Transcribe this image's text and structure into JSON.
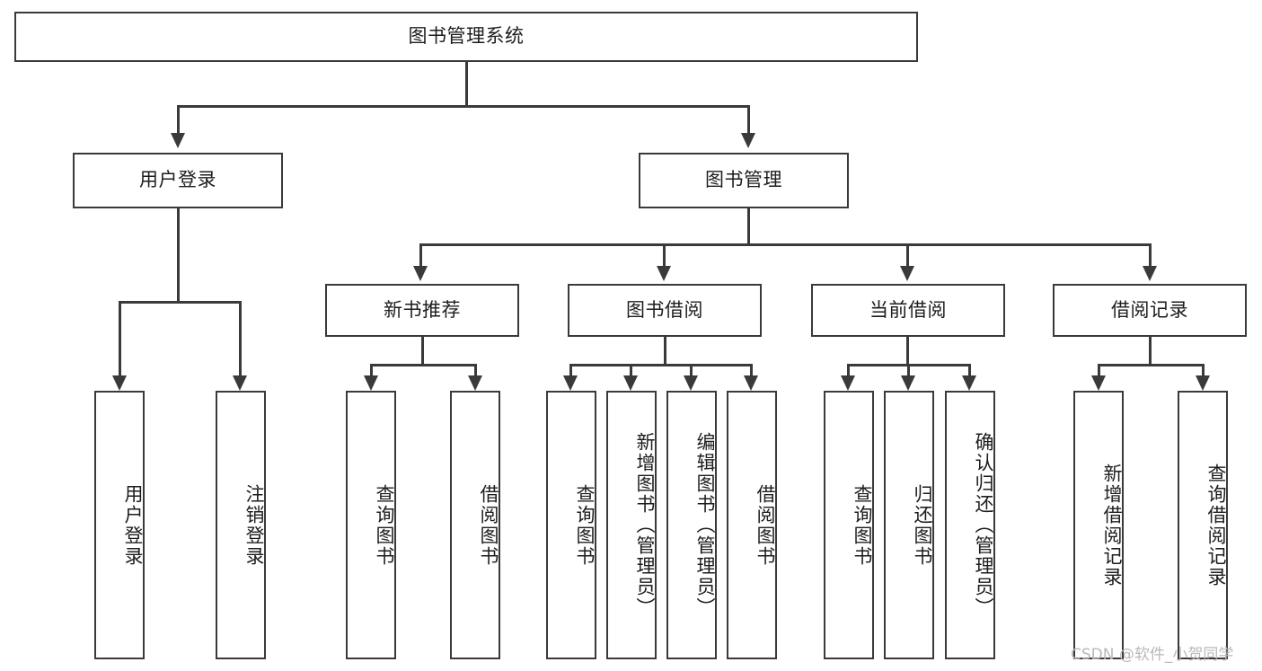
{
  "diagram": {
    "title": "图书管理系统",
    "type": "tree-hierarchy",
    "watermark": "CSDN @软件_小贺同学",
    "colors": {
      "stroke": "#3a3a3a",
      "text": "#1d1d1d",
      "background": "#ffffff",
      "watermark": "#b9b9b9"
    },
    "levels": [
      {
        "level": 1,
        "nodes": [
          {
            "id": "root",
            "label": "图书管理系统"
          }
        ]
      },
      {
        "level": 2,
        "nodes": [
          {
            "id": "user-login",
            "label": "用户登录",
            "parent": "root"
          },
          {
            "id": "book-manage",
            "label": "图书管理",
            "parent": "root"
          }
        ]
      },
      {
        "level": 3,
        "nodes": [
          {
            "id": "new-book-recommend",
            "label": "新书推荐",
            "parent": "book-manage"
          },
          {
            "id": "book-borrow",
            "label": "图书借阅",
            "parent": "book-manage"
          },
          {
            "id": "current-borrow",
            "label": "当前借阅",
            "parent": "book-manage"
          },
          {
            "id": "borrow-record",
            "label": "借阅记录",
            "parent": "book-manage"
          }
        ]
      },
      {
        "level": 4,
        "nodes": [
          {
            "id": "leaf-user-login",
            "label": "用户登录",
            "parent": "user-login"
          },
          {
            "id": "leaf-user-logout",
            "label": "注销登录",
            "parent": "user-login"
          },
          {
            "id": "leaf-query-book-1",
            "label": "查询图书",
            "parent": "new-book-recommend"
          },
          {
            "id": "leaf-borrow-book-1",
            "label": "借阅图书",
            "parent": "new-book-recommend"
          },
          {
            "id": "leaf-query-book-2",
            "label": "查询图书",
            "parent": "book-borrow"
          },
          {
            "id": "leaf-add-book",
            "label": "新增图书（管理员）",
            "parent": "book-borrow"
          },
          {
            "id": "leaf-edit-book",
            "label": "编辑图书（管理员）",
            "parent": "book-borrow"
          },
          {
            "id": "leaf-borrow-book-2",
            "label": "借阅图书",
            "parent": "book-borrow"
          },
          {
            "id": "leaf-query-book-3",
            "label": "查询图书",
            "parent": "current-borrow"
          },
          {
            "id": "leaf-return-book",
            "label": "归还图书",
            "parent": "current-borrow"
          },
          {
            "id": "leaf-confirm-return",
            "label": "确认归还（管理员）",
            "parent": "current-borrow"
          },
          {
            "id": "leaf-add-record",
            "label": "新增借阅记录",
            "parent": "borrow-record"
          },
          {
            "id": "leaf-query-record",
            "label": "查询借阅记录",
            "parent": "borrow-record"
          }
        ]
      }
    ]
  }
}
